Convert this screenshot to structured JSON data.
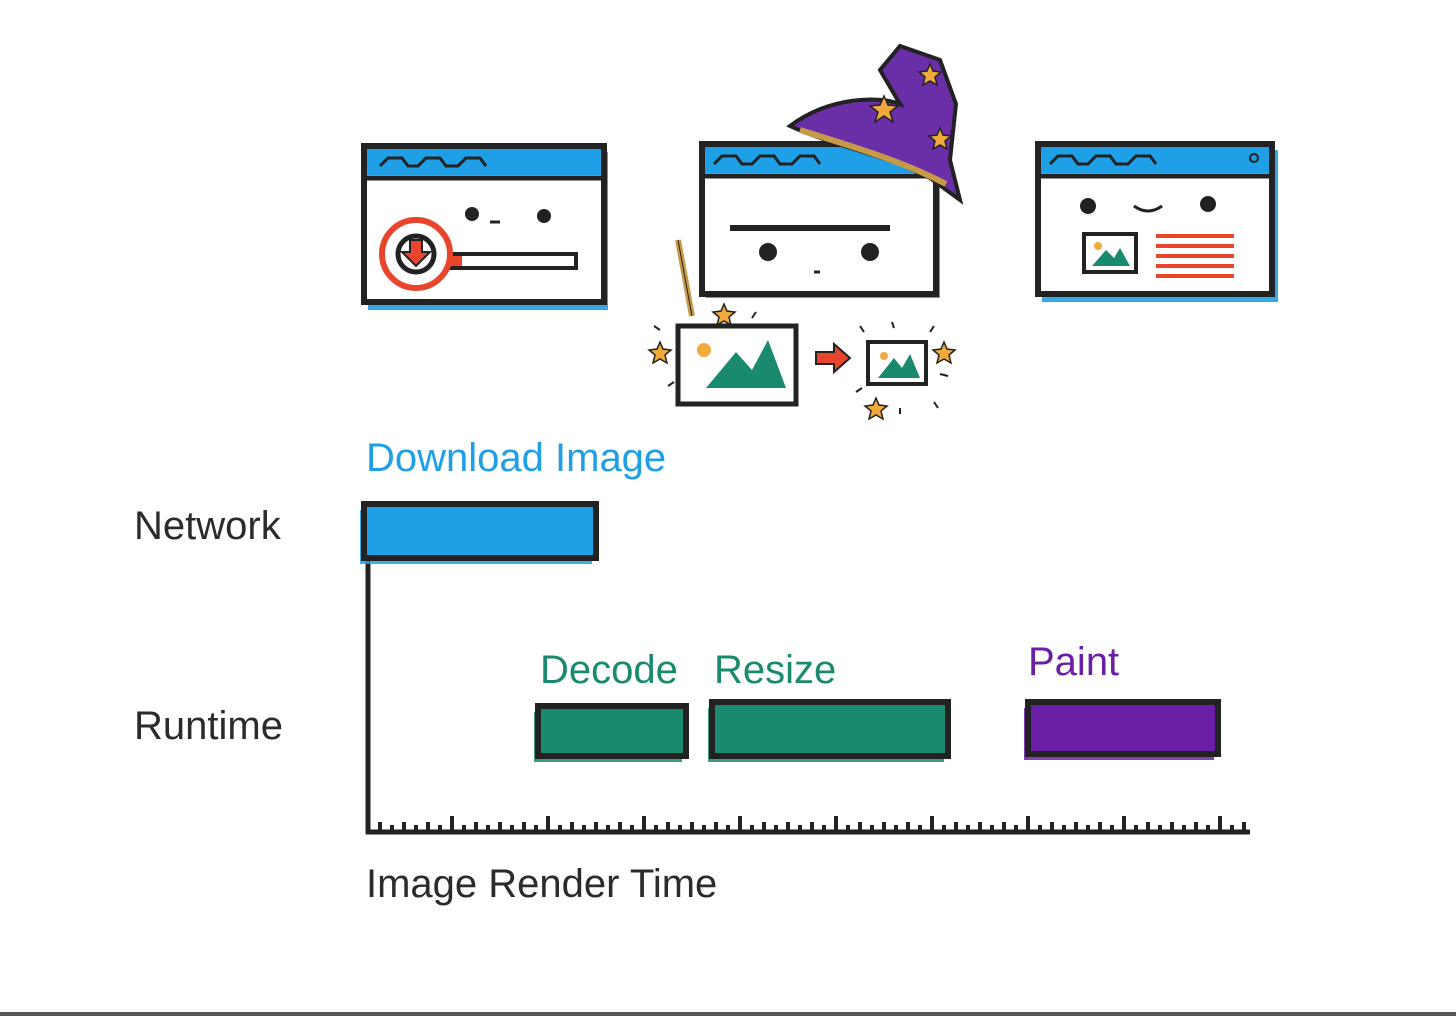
{
  "rows": [
    {
      "id": "network",
      "label": "Network"
    },
    {
      "id": "runtime",
      "label": "Runtime"
    }
  ],
  "tasks": [
    {
      "id": "download",
      "label": "Download Image",
      "row": "network",
      "color": "#1fa0e6"
    },
    {
      "id": "decode",
      "label": "Decode",
      "row": "runtime",
      "color": "#1a8a6e"
    },
    {
      "id": "resize",
      "label": "Resize",
      "row": "runtime",
      "color": "#1a8a6e"
    },
    {
      "id": "paint",
      "label": "Paint",
      "row": "runtime",
      "color": "#6a1fa6"
    }
  ],
  "axis": {
    "title": "Image Render Time"
  },
  "illustrations": [
    {
      "name": "browser-downloading",
      "icon": "download-icon"
    },
    {
      "name": "browser-processing",
      "icon": "wizard-hat-icon"
    },
    {
      "name": "browser-rendered",
      "icon": "image-icon"
    }
  ],
  "colors": {
    "network": "#1fa0e6",
    "decode_resize": "#1a8a6e",
    "paint": "#6a1fa6",
    "outline": "#222222",
    "accent_red": "#e8452c",
    "star": "#f2a93b"
  }
}
